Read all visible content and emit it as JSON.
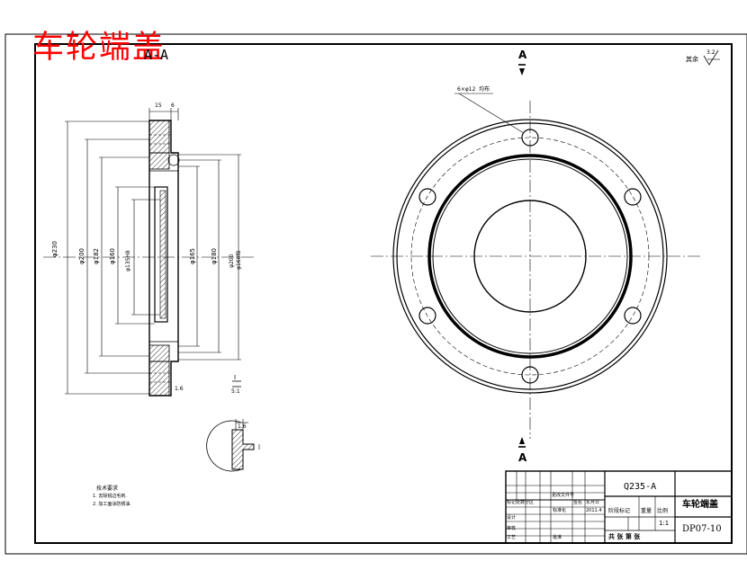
{
  "drawing": {
    "title_red": "车轮端盖",
    "section_label": "A-A",
    "section_marker": "A",
    "roughness_note": "其余",
    "roughness_value": "3.2",
    "hole_callout": "6×φ12",
    "hole_callout_suffix": "均布",
    "scale_note": "I",
    "scale_ratio": "5:1",
    "detail_dim": "1.6"
  },
  "dimensions": {
    "d1": "φ230",
    "d2": "φ200",
    "d3": "φ182",
    "d4": "φ160",
    "d5": "φ135H8",
    "d6": "φ165",
    "d7": "φ180",
    "d8": "φ200",
    "d9": "φ168f8",
    "top1": "15",
    "top2": "6"
  },
  "notes": {
    "heading": "技术要求",
    "line1": "1. 去除锐边毛刺.",
    "line2": "2. 加工面涂防锈油."
  },
  "title_block": {
    "material": "Q235-A",
    "part_name": "车轮端盖",
    "drawing_no": "DP07-10",
    "scale_label": "比例",
    "scale": "1:1",
    "weight_label": "重量",
    "stage_label": "阶段标记",
    "total_sheets": "共   张   第   张",
    "row_labels": [
      "标记处数分区",
      "设计",
      "审核",
      "工艺"
    ],
    "sig_labels": [
      "更改文件号",
      "签名",
      "年月日"
    ],
    "standard": "标准化",
    "approve": "批准",
    "date_short": "2011.4"
  }
}
